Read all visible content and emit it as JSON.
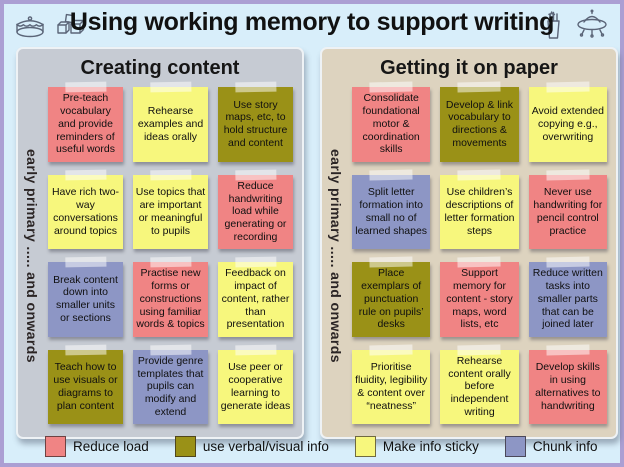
{
  "header": {
    "title": "Using working memory to support writing",
    "left_icons": [
      "cake-icon",
      "sugar-cubes-icon"
    ],
    "right_icons": [
      "fries-cup-icon",
      "ufo-icon"
    ]
  },
  "panels": [
    {
      "id": "creating-content",
      "title": "Creating content",
      "side_label": "early primary ..... and onwards",
      "notes": [
        {
          "color": "pink",
          "text": "Pre-teach vocabulary and provide reminders of useful words"
        },
        {
          "color": "yellow",
          "text": "Rehearse examples and ideas orally"
        },
        {
          "color": "olive",
          "text": "Use story maps, etc, to hold structure and content"
        },
        {
          "color": "yellow",
          "text": "Have rich two-way conversations around topics"
        },
        {
          "color": "yellow",
          "text": "Use topics that are important or meaningful to pupils"
        },
        {
          "color": "pink",
          "text": "Reduce handwriting load while generating or recording"
        },
        {
          "color": "blue",
          "text": "Break content down into smaller units or sections"
        },
        {
          "color": "pink",
          "text": "Practise new forms or constructions using familiar words & topics"
        },
        {
          "color": "yellow",
          "text": "Feedback on impact of content, rather than presentation"
        },
        {
          "color": "olive",
          "text": "Teach how to use visuals or diagrams to plan content"
        },
        {
          "color": "blue",
          "text": "Provide genre templates that pupils can modify and extend"
        },
        {
          "color": "yellow",
          "text": "Use peer or cooperative learning to generate ideas"
        }
      ]
    },
    {
      "id": "getting-it-on-paper",
      "title": "Getting it on paper",
      "side_label": "early primary ..... and onwards",
      "notes": [
        {
          "color": "pink",
          "text": "Consolidate foundational motor & coordination skills"
        },
        {
          "color": "olive",
          "text": "Develop & link vocabulary to directions & movements"
        },
        {
          "color": "yellow",
          "text": "Avoid extended copying e.g., overwriting"
        },
        {
          "color": "blue",
          "text": "Split letter formation into small no of learned shapes"
        },
        {
          "color": "yellow",
          "text": "Use children’s descriptions of letter formation steps"
        },
        {
          "color": "pink",
          "text": "Never use handwriting for pencil control practice"
        },
        {
          "color": "olive",
          "text": "Place exemplars of punctuation rule on pupils’ desks"
        },
        {
          "color": "pink",
          "text": "Support memory for content - story maps, word lists, etc"
        },
        {
          "color": "blue",
          "text": "Reduce written tasks into smaller parts that can be joined later"
        },
        {
          "color": "yellow",
          "text": "Prioritise fluidity, legibility & content over “neatness”"
        },
        {
          "color": "yellow",
          "text": "Rehearse content orally before independent writing"
        },
        {
          "color": "pink",
          "text": "Develop skills in using alternatives to handwriting"
        }
      ]
    }
  ],
  "legend": {
    "items": [
      {
        "color": "pink",
        "label": "Reduce load"
      },
      {
        "color": "olive",
        "label": "use verbal/visual info"
      },
      {
        "color": "yellow",
        "label": "Make info sticky"
      },
      {
        "color": "blue",
        "label": "Chunk info"
      }
    ]
  },
  "colors": {
    "pink": "#f08484",
    "olive": "#9a9117",
    "yellow": "#f7f77d",
    "blue": "#8d96c5",
    "background": "#d8eefa",
    "frame": "#ab9fd3",
    "left_panel_bg": "#c6cbd3",
    "right_panel_bg": "#ddd3bf"
  }
}
